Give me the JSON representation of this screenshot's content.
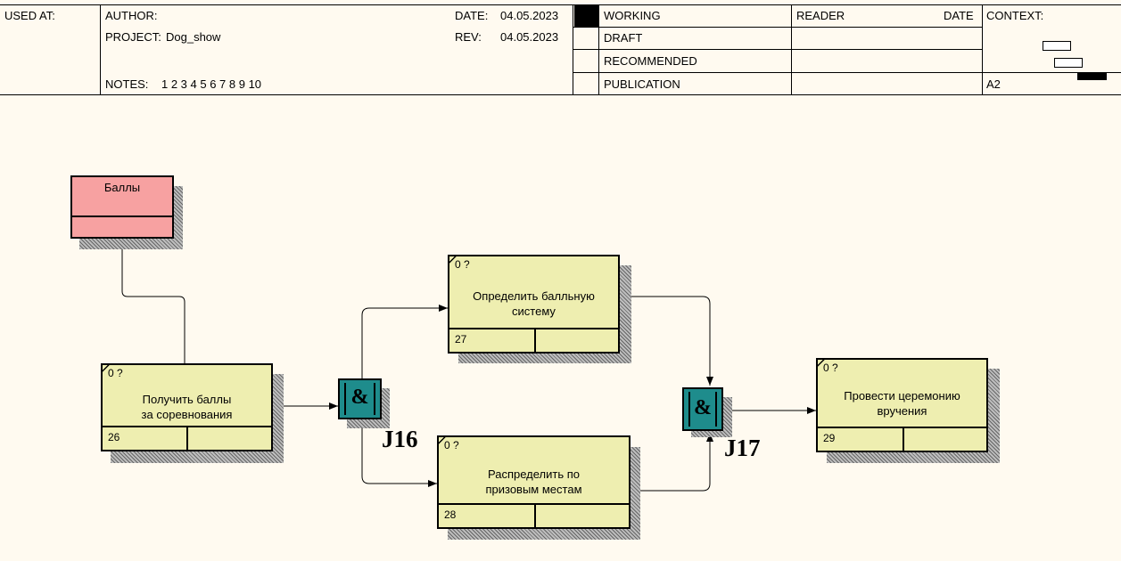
{
  "header": {
    "used_at_label": "USED AT:",
    "author_label": "AUTHOR:",
    "project_label": "PROJECT:",
    "project_value": "Dog_show",
    "notes_label": "NOTES:",
    "notes_value": "1 2 3 4 5 6 7 8 9 10",
    "date_label": "DATE:",
    "date_value": "04.05.2023",
    "rev_label": "REV:",
    "rev_value": "04.05.2023",
    "status_options": [
      "WORKING",
      "DRAFT",
      "RECOMMENDED",
      "PUBLICATION"
    ],
    "reader_label": "READER",
    "reader_date_label": "DATE",
    "context_label": "CONTEXT:",
    "node_value": "A2"
  },
  "diagram": {
    "reference": {
      "label": "Баллы"
    },
    "activities": [
      {
        "id": "a26",
        "cost": "0 ?",
        "title_lines": [
          "Получить баллы",
          "за соревнования"
        ],
        "number": "26"
      },
      {
        "id": "a27",
        "cost": "0 ?",
        "title_lines": [
          "Определить балльную",
          "систему"
        ],
        "number": "27"
      },
      {
        "id": "a28",
        "cost": "0 ?",
        "title_lines": [
          "Распределить по",
          "призовым местам"
        ],
        "number": "28"
      },
      {
        "id": "a29",
        "cost": "0 ?",
        "title_lines": [
          "Провести церемонию",
          "вручения"
        ],
        "number": "29"
      }
    ],
    "junctions": [
      {
        "id": "j16",
        "symbol": "&",
        "label": "J16"
      },
      {
        "id": "j17",
        "symbol": "&",
        "label": "J17"
      }
    ]
  },
  "colors": {
    "background": "#fffaf0",
    "activity_fill": "#eeeeb0",
    "reference_fill": "#f7a1a1",
    "junction_fill": "#1e8c8c",
    "outline": "#000000"
  }
}
